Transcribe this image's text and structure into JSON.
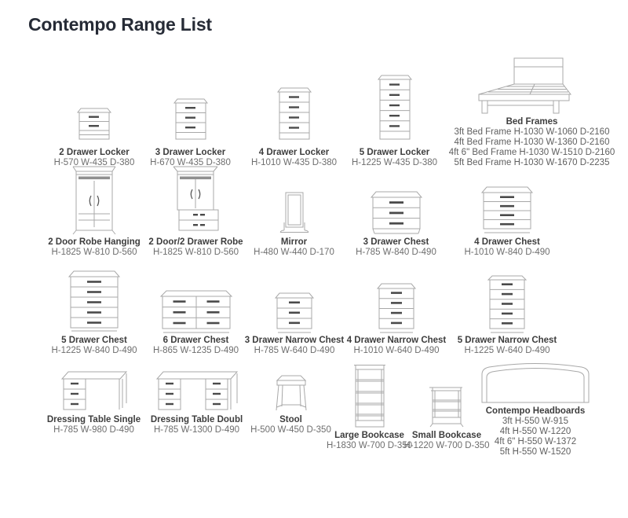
{
  "page": {
    "title": "Contempo Range List"
  },
  "colors": {
    "title_text": "#262b36",
    "item_name_text": "#3d3d3d",
    "item_dims_text": "#6e6e6e",
    "drawing_line": "#a8a8a8",
    "drawer_handle": "#4a4a4a"
  },
  "items": {
    "locker2": {
      "name": "2 Drawer Locker",
      "dims": "H-570 W-435 D-380"
    },
    "locker3": {
      "name": "3 Drawer Locker",
      "dims": "H-670 W-435 D-380"
    },
    "locker4": {
      "name": "4 Drawer Locker",
      "dims": "H-1010 W-435 D-380"
    },
    "locker5": {
      "name": "5 Drawer Locker",
      "dims": "H-1225 W-435 D-380"
    },
    "bed_frames": {
      "name": "Bed Frames",
      "lines": [
        "3ft Bed Frame H-1030 W-1060 D-2160",
        "4ft Bed Frame H-1030 W-1360 D-2160",
        "4ft 6\" Bed Frame H-1030 W-1510 D-2160",
        "5ft Bed Frame H-1030 W-1670 D-2235"
      ]
    },
    "robe_hanging": {
      "name": "2 Door Robe Hanging",
      "dims": "H-1825 W-810 D-560"
    },
    "robe_drawer": {
      "name": "2 Door/2 Drawer Robe",
      "dims": "H-1825 W-810 D-560"
    },
    "mirror": {
      "name": "Mirror",
      "dims": "H-480 W-440 D-170"
    },
    "chest3": {
      "name": "3 Drawer Chest",
      "dims": "H-785 W-840 D-490"
    },
    "chest4": {
      "name": "4 Drawer Chest",
      "dims": "H-1010 W-840 D-490"
    },
    "chest5": {
      "name": "5 Drawer Chest",
      "dims": "H-1225 W-840 D-490"
    },
    "chest6": {
      "name": "6 Drawer Chest",
      "dims": "H-865 W-1235 D-490"
    },
    "nchest3": {
      "name": "3 Drawer Narrow Chest",
      "dims": "H-785 W-640 D-490"
    },
    "nchest4": {
      "name": "4 Drawer Narrow Chest",
      "dims": "H-1010 W-640 D-490"
    },
    "nchest5": {
      "name": "5 Drawer Narrow Chest",
      "dims": "H-1225 W-640 D-490"
    },
    "dressing_single": {
      "name": "Dressing Table Single",
      "dims": "H-785 W-980 D-490"
    },
    "dressing_double": {
      "name": "Dressing Table Doubl",
      "dims": "H-785 W-1300 D-490"
    },
    "stool": {
      "name": "Stool",
      "dims": "H-500 W-450 D-350"
    },
    "bookcase_large": {
      "name": "Large Bookcase",
      "dims": "H-1830 W-700 D-350"
    },
    "bookcase_small": {
      "name": "Small Bookcase",
      "dims": "H-1220 W-700 D-350"
    },
    "headboards": {
      "name": "Contempo Headboards",
      "lines": [
        "3ft H-550 W-915",
        "4ft H-550 W-1220",
        "4ft 6\" H-550 W-1372",
        "5ft H-550 W-1520"
      ]
    }
  }
}
